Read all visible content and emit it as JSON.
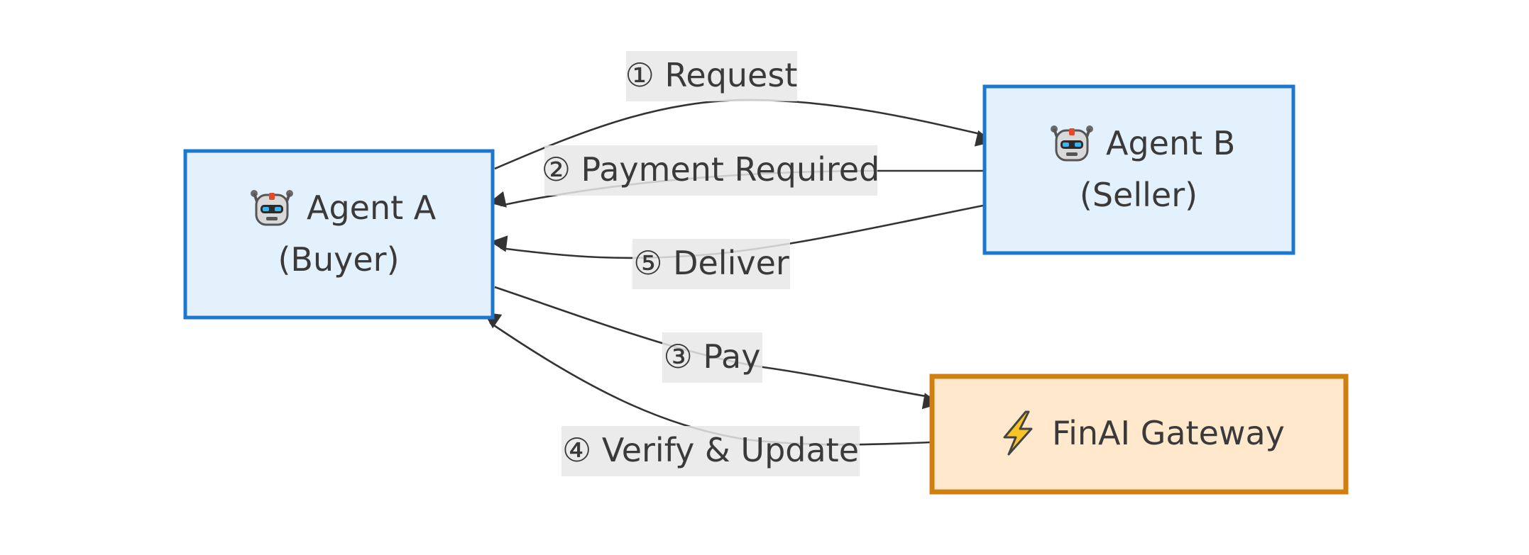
{
  "colors": {
    "agent_fill": "#e3f1fc",
    "agent_stroke": "#1e77cf",
    "gateway_fill": "#ffe8cc",
    "gateway_stroke": "#d08010",
    "edge": "#333333",
    "label_bg": "#e8e8e8",
    "text": "#3a3a3a"
  },
  "nodes": {
    "agent_a": {
      "icon": "robot-icon",
      "line1": "Agent A",
      "line2": "(Buyer)"
    },
    "agent_b": {
      "icon": "robot-icon",
      "line1": "Agent B",
      "line2": "(Seller)"
    },
    "gateway": {
      "icon": "lightning-icon",
      "label": "FinAI Gateway"
    }
  },
  "edges": {
    "request": {
      "label": "① Request",
      "from": "agent_a",
      "to": "agent_b"
    },
    "payment_required": {
      "label": "② Payment Required",
      "from": "agent_b",
      "to": "agent_a"
    },
    "pay": {
      "label": "③ Pay",
      "from": "agent_a",
      "to": "gateway"
    },
    "verify_update": {
      "label": "④ Verify & Update",
      "from": "gateway",
      "to": "agent_a"
    },
    "deliver": {
      "label": "⑤ Deliver",
      "from": "agent_b",
      "to": "agent_a"
    }
  }
}
